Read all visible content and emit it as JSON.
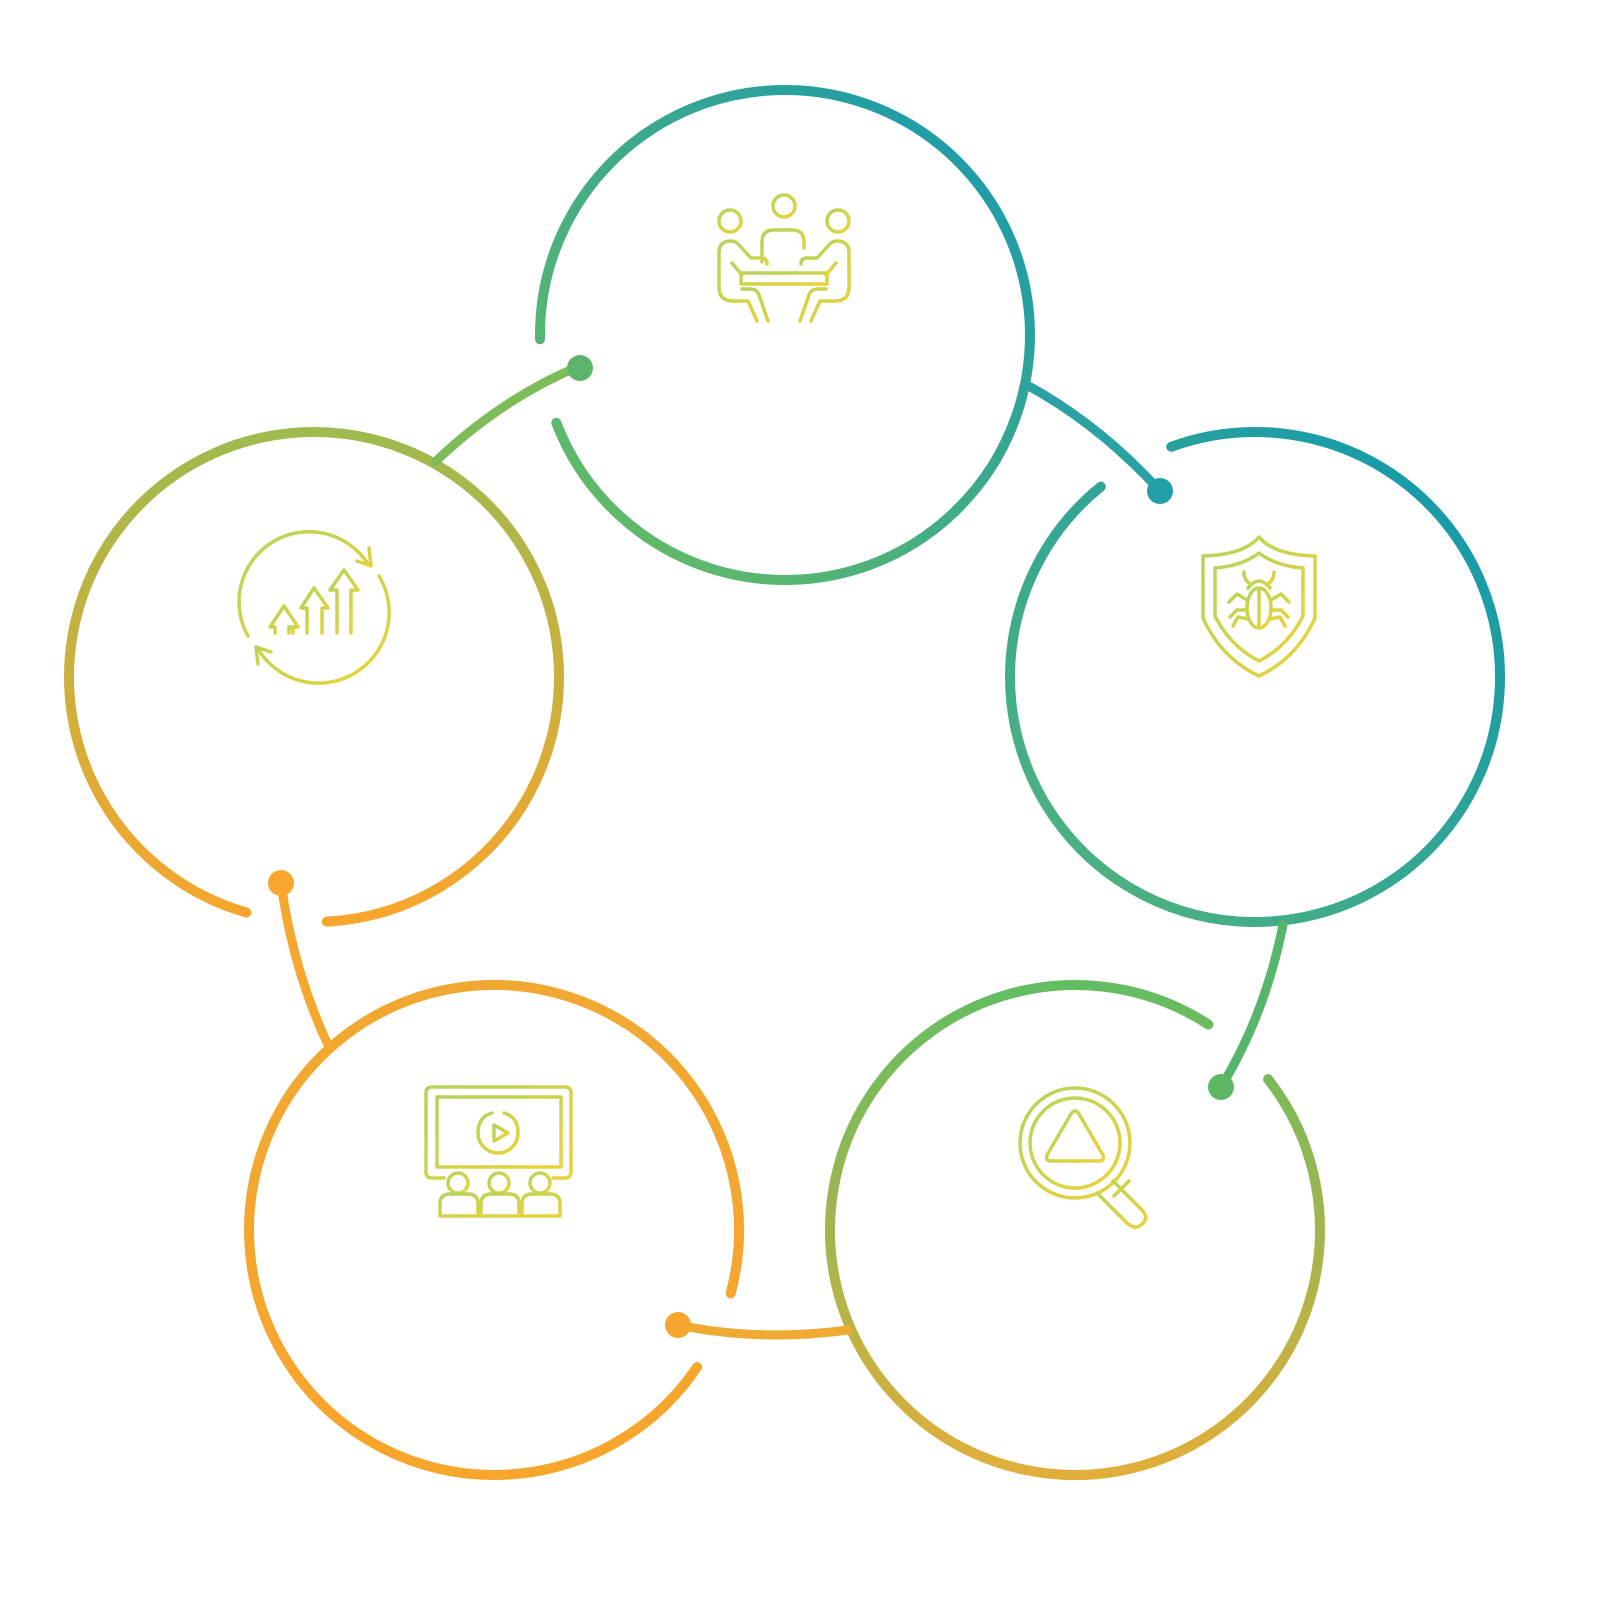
{
  "diagram": {
    "type": "cycle",
    "nodes": [
      {
        "id": "top",
        "icon": "team-meeting-icon",
        "colors": [
          "#5cb86a",
          "#1a9bb0"
        ]
      },
      {
        "id": "right",
        "icon": "shield-bug-icon",
        "colors": [
          "#1a9bb0",
          "#45ad8a"
        ]
      },
      {
        "id": "bottom-right",
        "icon": "magnifier-warning-icon",
        "colors": [
          "#62bb62",
          "#d9b23c"
        ]
      },
      {
        "id": "bottom-left",
        "icon": "video-presentation-icon",
        "colors": [
          "#f7a62e",
          "#e3b13a"
        ]
      },
      {
        "id": "left",
        "icon": "growth-cycle-icon",
        "colors": [
          "#a9b84a",
          "#f7a62e"
        ]
      }
    ],
    "icon_colors": [
      "#b9d45a",
      "#e9d23a"
    ]
  }
}
